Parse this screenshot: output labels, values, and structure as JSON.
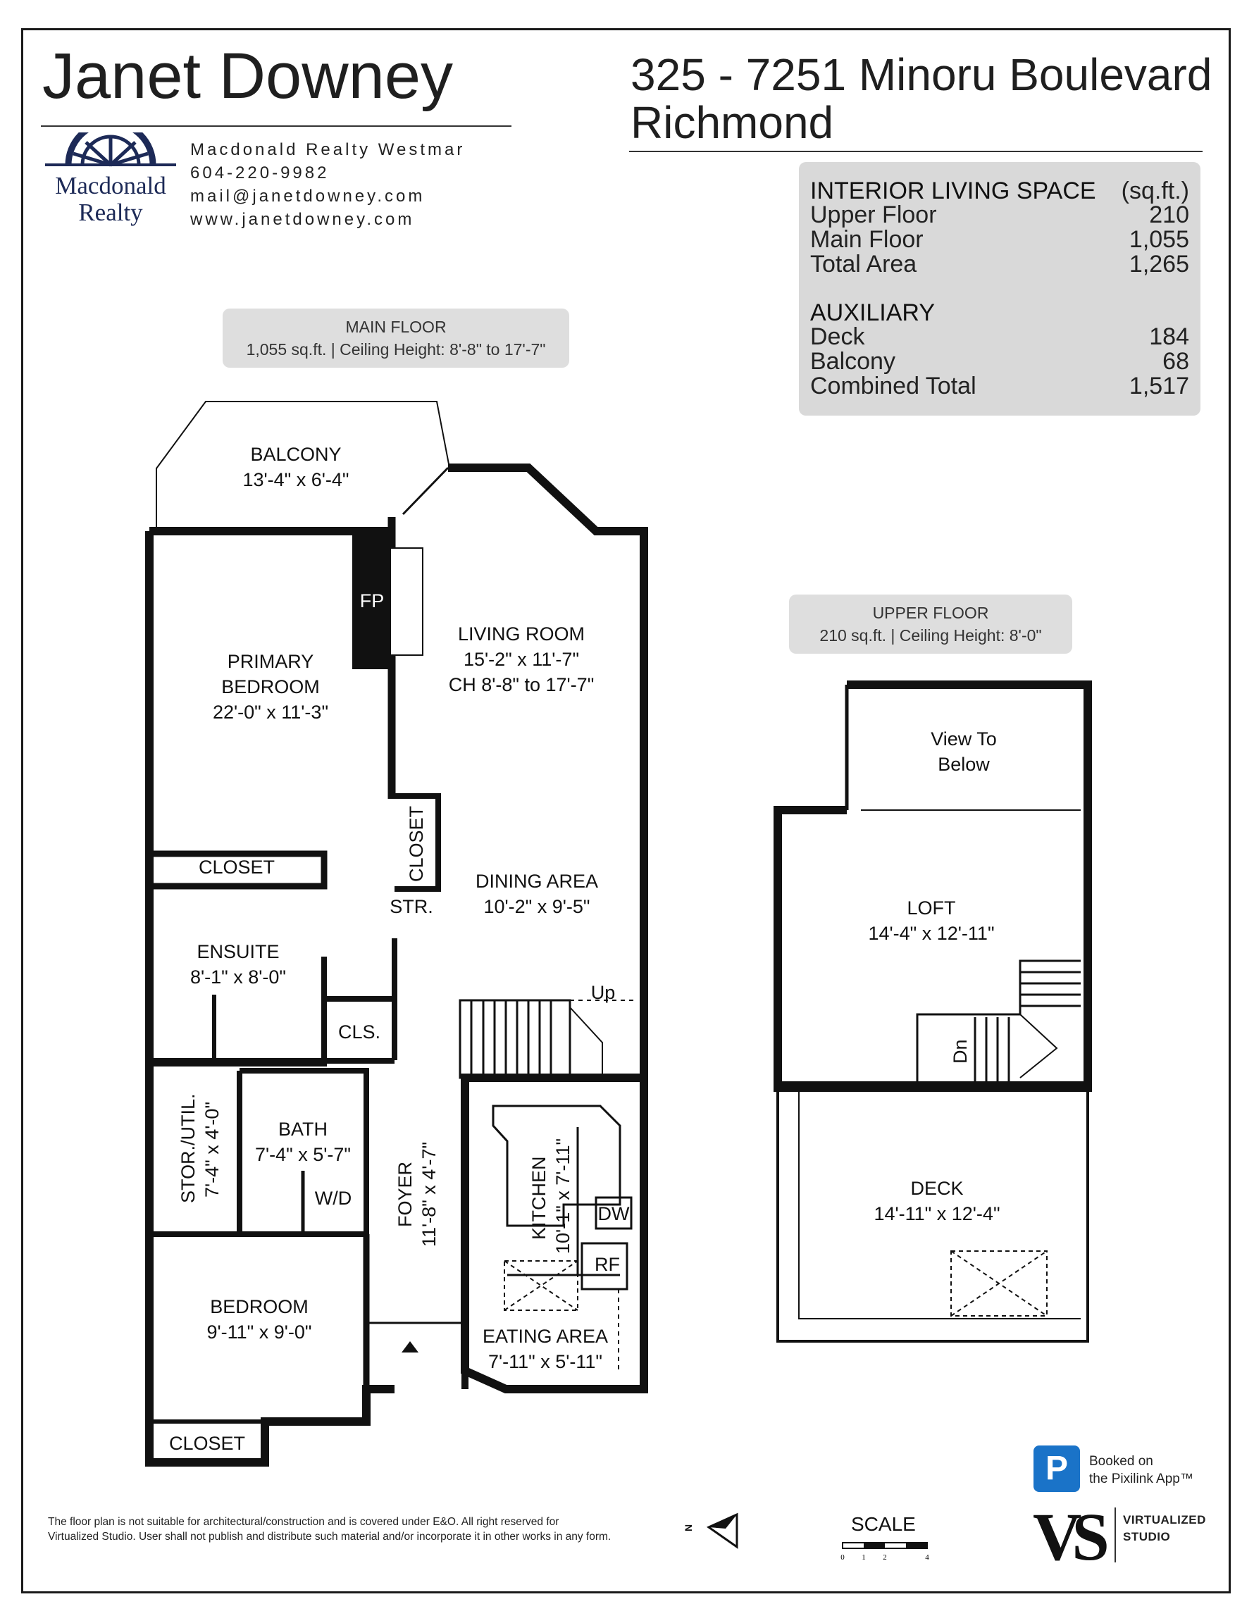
{
  "agent": {
    "name": "Janet Downey",
    "brokerage": "Macdonald Realty Westmar",
    "phone": "604-220-9982",
    "email": "mail@janetdowney.com",
    "website": "www.janetdowney.com"
  },
  "brokerage_logo": {
    "line1": "Macdonald",
    "line2": "Realty",
    "color": "#1d2a57"
  },
  "property": {
    "address_line1": "325 - 7251 Minoru Boulevard",
    "address_line2": "Richmond"
  },
  "area_summary": {
    "interior_heading": "INTERIOR LIVING SPACE",
    "unit": "(sq.ft.)",
    "interior": [
      {
        "label": "Upper Floor",
        "value": "210"
      },
      {
        "label": "Main Floor",
        "value": "1,055"
      },
      {
        "label": "Total Area",
        "value": "1,265"
      }
    ],
    "auxiliary_heading": "AUXILIARY",
    "auxiliary": [
      {
        "label": "Deck",
        "value": "184"
      },
      {
        "label": "Balcony",
        "value": "68"
      },
      {
        "label": "Combined Total",
        "value": "1,517"
      }
    ]
  },
  "main_floor": {
    "title": "MAIN FLOOR",
    "subtitle": "1,055 sq.ft. | Ceiling Height: 8'-8\" to 17'-7\"",
    "rooms": {
      "balcony": {
        "name": "BALCONY",
        "dims": "13'-4\" x 6'-4\""
      },
      "primary_bedroom": {
        "name1": "PRIMARY",
        "name2": "BEDROOM",
        "dims": "22'-0\" x 11'-3\""
      },
      "fireplace": {
        "name": "FP"
      },
      "living_room": {
        "name": "LIVING ROOM",
        "dims": "15'-2\" x 11'-7\"",
        "ch": "CH 8'-8\" to 17'-7\""
      },
      "closet_primary": {
        "name": "CLOSET"
      },
      "closet_vertical": {
        "name": "CLOSET"
      },
      "storage": {
        "name": "STR."
      },
      "dining_area": {
        "name": "DINING AREA",
        "dims": "10'-2\" x 9'-5\""
      },
      "ensuite": {
        "name": "ENSUITE",
        "dims": "8'-1\" x 8'-0\""
      },
      "cls": {
        "name": "CLS."
      },
      "stairs_up": {
        "name": "Up"
      },
      "stor_util": {
        "name": "STOR./UTIL.",
        "dims": "7'-4\" x 4'-0\""
      },
      "bath": {
        "name": "BATH",
        "dims": "7'-4\" x 5'-7\""
      },
      "wd": {
        "name": "W/D"
      },
      "foyer": {
        "name": "FOYER",
        "dims": "11'-8\" x 4'-7\""
      },
      "kitchen": {
        "name": "KITCHEN",
        "dims": "10'-1\" x 7'-11\""
      },
      "dw": {
        "name": "DW"
      },
      "rf": {
        "name": "RF"
      },
      "bedroom": {
        "name": "BEDROOM",
        "dims": "9'-11\" x 9'-0\""
      },
      "eating_area": {
        "name": "EATING AREA",
        "dims": "7'-11\" x 5'-11\""
      },
      "closet_bedroom": {
        "name": "CLOSET"
      }
    }
  },
  "upper_floor": {
    "title": "UPPER FLOOR",
    "subtitle": "210 sq.ft. | Ceiling Height: 8'-0\"",
    "rooms": {
      "view_to_below": {
        "line1": "View To",
        "line2": "Below"
      },
      "loft": {
        "name": "LOFT",
        "dims": "14'-4\" x 12'-11\""
      },
      "stairs_down": {
        "name": "Dn"
      },
      "deck": {
        "name": "DECK",
        "dims": "14'-11\" x 12'-4\""
      }
    }
  },
  "scale": {
    "title": "SCALE",
    "ticks": [
      "0",
      "1",
      "2",
      "4"
    ]
  },
  "compass": {
    "label": "N"
  },
  "disclaimer": "The floor plan is not suitable for architectural/construction and is covered under E&O. All right reserved for Virtualized Studio. User shall not publish and distribute such material and/or incorporate it in other works in any form.",
  "pixilink": {
    "icon": "P",
    "line1": "Booked on",
    "line2": "the Pixilink App™"
  },
  "virtualized_studio": {
    "logo": "VS",
    "line1": "VIRTUALIZED",
    "line2": "STUDIO"
  }
}
